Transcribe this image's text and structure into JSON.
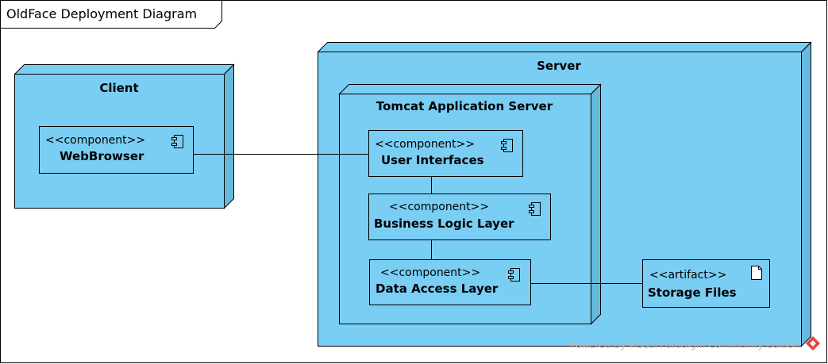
{
  "diagram": {
    "title": "OldFace Deployment Diagram",
    "watermark": "Powered By Visual Paradigm Community Edition",
    "colors": {
      "node_fill": "#7ACEF4",
      "node_side": "#66B9DC",
      "stroke": "#000000",
      "watermark_text": "#B8B8B8",
      "logo": "#E0463A"
    },
    "client_node": {
      "name": "Client",
      "component": {
        "stereotype": "<<component>>",
        "name": "WebBrowser"
      }
    },
    "server_node": {
      "name": "Server",
      "tomcat_node": {
        "name": "Tomcat Application Server",
        "components": [
          {
            "stereotype": "<<component>>",
            "name": "User Interfaces"
          },
          {
            "stereotype": "<<component>>",
            "name": "Business Logic Layer"
          },
          {
            "stereotype": "<<component>>",
            "name": "Data Access Layer"
          }
        ]
      },
      "artifact": {
        "stereotype": "<<artifact>>",
        "name": "Storage Files"
      }
    }
  }
}
